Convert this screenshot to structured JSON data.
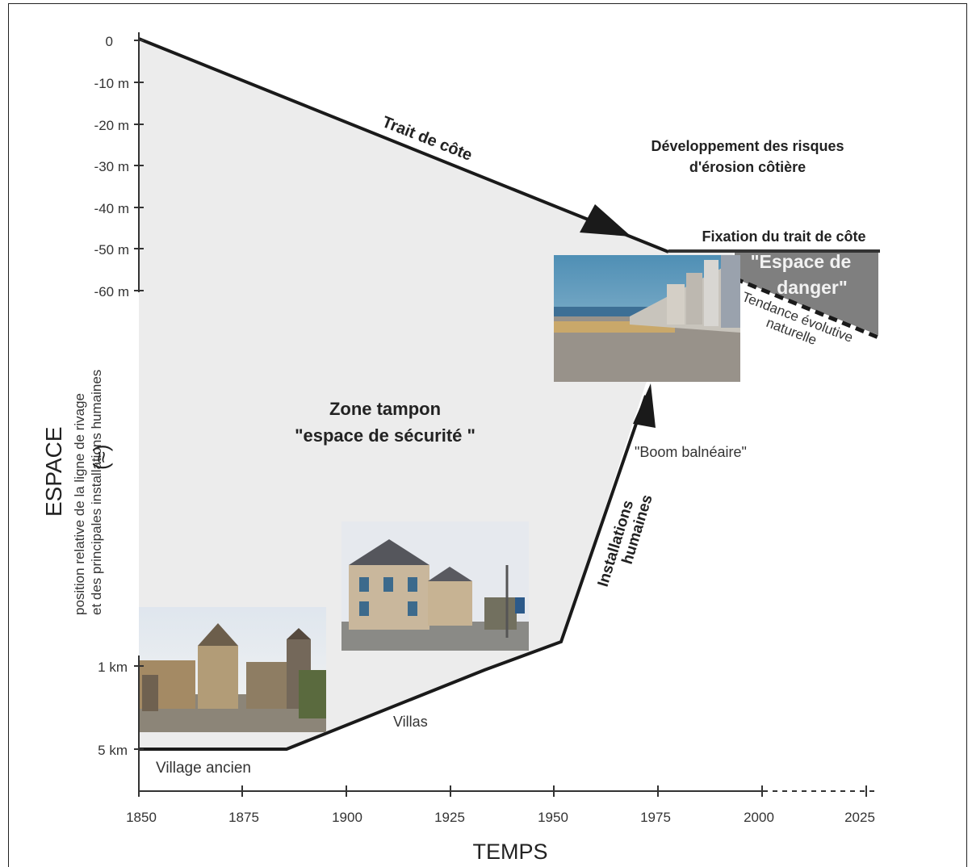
{
  "y_axis": {
    "title": "ESPACE",
    "subtitle_line1": "position relative de la ligne de rivage",
    "subtitle_line2": "et des principales installations humaines",
    "ticks": [
      "0",
      "-10 m",
      "-20 m",
      "-30 m",
      "-40 m",
      "-50 m",
      "-60 m",
      "1 km",
      "5 km"
    ],
    "break_symbol": "(≈)"
  },
  "x_axis": {
    "title": "TEMPS",
    "ticks": [
      "1850",
      "1875",
      "1900",
      "1925",
      "1950",
      "1975",
      "2000",
      "2025"
    ]
  },
  "labels": {
    "coastline": "Trait de côte",
    "risk_line1": "Développement des risques",
    "risk_line2": "d'érosion côtière",
    "fixation": "Fixation du trait de côte",
    "danger_line1": "\"Espace de",
    "danger_line2": "danger\"",
    "trend_line1": "Tendance évolutive",
    "trend_line2": "naturelle",
    "buffer_line1": "Zone tampon",
    "buffer_line2": "\"espace de sécurité \"",
    "boom": "\"Boom balnéaire\"",
    "installations_line1": "Installations",
    "installations_line2": "humaines",
    "villas": "Villas",
    "village": "Village ancien"
  },
  "photos": [
    {
      "name": "village-photo",
      "subject": "old village church"
    },
    {
      "name": "villa-photo",
      "subject": "seaside villa"
    },
    {
      "name": "seafront-photo",
      "subject": "seafront apartment buildings"
    }
  ],
  "colors": {
    "buffer_zone": "#ececec",
    "danger_zone": "#7f7f7f",
    "line": "#1a1a1a"
  }
}
